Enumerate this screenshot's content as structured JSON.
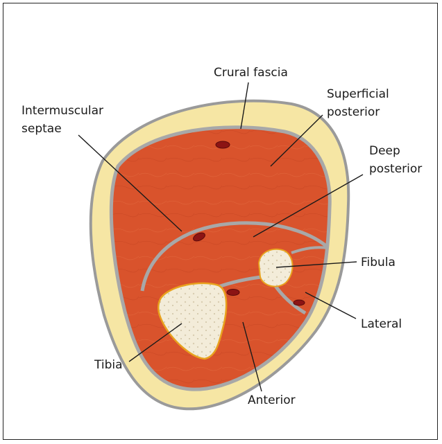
{
  "labels": {
    "crural_fascia": "Crural fascia",
    "superficial_posterior_1": "Superficial",
    "superficial_posterior_2": "posterior",
    "intermuscular_septae_1": "Intermuscular",
    "intermuscular_septae_2": "septae",
    "deep_posterior_1": "Deep",
    "deep_posterior_2": "posterior",
    "fibula": "Fibula",
    "lateral": "Lateral",
    "tibia": "Tibia",
    "anterior": "Anterior"
  },
  "colors": {
    "skin_fat": "#f6e6a4",
    "fascia": "#9a9a9a",
    "fascia_fill": "#cfcfcf",
    "muscle": "#d9532c",
    "muscle_dark": "#c4421f",
    "bone_fill": "#f3ecd9",
    "bone_outline": "#e8a21e",
    "vessel": "#8c1414"
  }
}
